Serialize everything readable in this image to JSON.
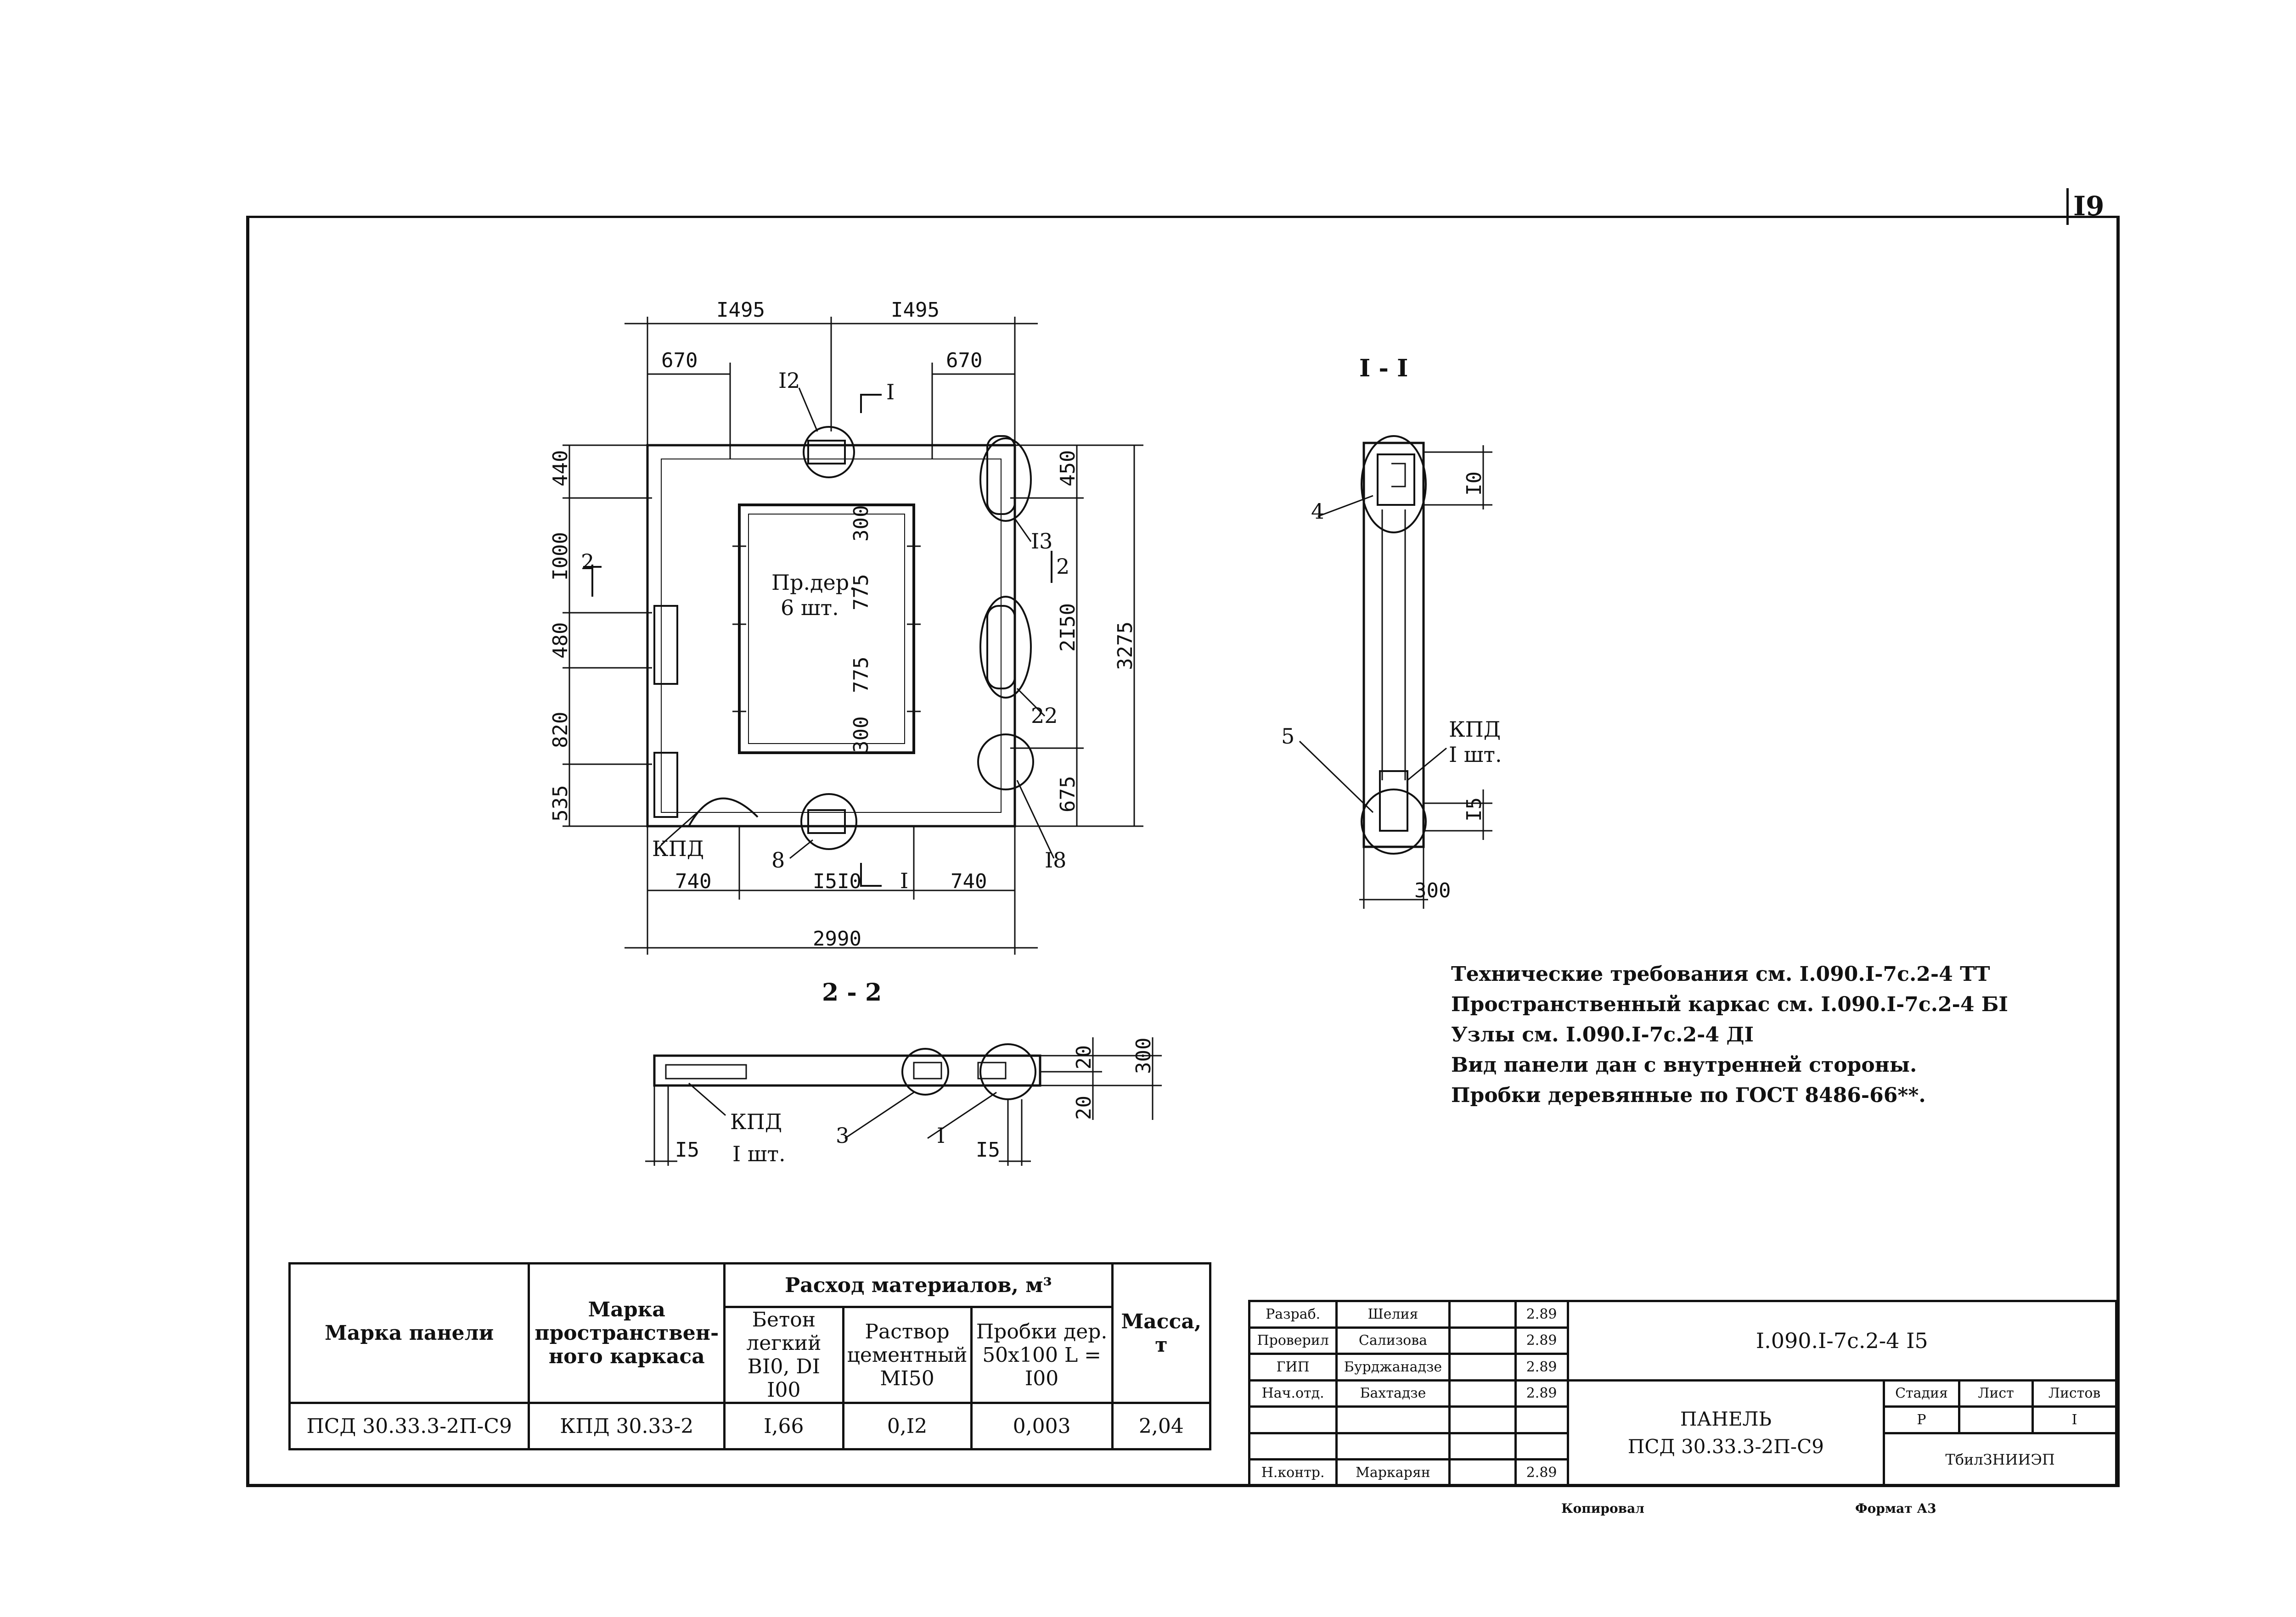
{
  "page_number": "I9",
  "drawing": {
    "top_dims": [
      "I495",
      "I495"
    ],
    "top_sub_dims": [
      "670",
      "670"
    ],
    "left_dims": [
      "440",
      "I000",
      "480",
      "820",
      "535"
    ],
    "right_dims": [
      "450",
      "2I50",
      "675"
    ],
    "overall_height": "3275",
    "inner_dims": [
      "300",
      "775",
      "775",
      "300"
    ],
    "bottom_dims": [
      "740",
      "I5I0",
      "740"
    ],
    "overall_width": "2990",
    "callouts": [
      "I2",
      "I3",
      "22",
      "I8",
      "8",
      "КПД"
    ],
    "section_marks": [
      "I",
      "I",
      "2",
      "2"
    ],
    "plug_note_line1": "Пр.дер.",
    "plug_note_line2": "6 шт."
  },
  "section_1_1": {
    "title": "I - I",
    "dims": [
      "I0",
      "I5",
      "300"
    ],
    "callouts": [
      "4",
      "5"
    ],
    "kpd_line1": "КПД",
    "kpd_line2": "I шт."
  },
  "section_2_2": {
    "title": "2 - 2",
    "dims": [
      "20",
      "300",
      "20",
      "I5",
      "I5"
    ],
    "callouts": [
      "3",
      "I"
    ],
    "kpd_line1": "КПД",
    "kpd_line2": "I шт."
  },
  "notes": [
    "Технические требования см. I.090.I-7c.2-4 ТТ",
    "Пространственный каркас см. I.090.I-7c.2-4 БI",
    "Узлы см. I.090.I-7c.2-4 ДI",
    "Вид панели дан с внутренней стороны.",
    "Пробки деревянные по ГОСТ 8486-66**."
  ],
  "materials_table": {
    "headers": {
      "panel_mark": "Марка панели",
      "frame_mark": "Марка пространствен-ного каркаса",
      "consumption": "Расход материалов, м³",
      "concrete": "Бетон легкий BI0, DI I00",
      "mortar": "Раствор цементный MI50",
      "plugs": "Пробки дер. 50х100 L = I00",
      "mass": "Масса, т"
    },
    "row": {
      "panel_mark": "ПСД 30.33.3-2П-С9",
      "frame_mark": "КПД 30.33-2",
      "concrete": "I,66",
      "mortar": "0,I2",
      "plugs": "0,003",
      "mass": "2,04"
    }
  },
  "title_block": {
    "signers": [
      {
        "role": "Разраб.",
        "name": "Шелия",
        "date": "2.89"
      },
      {
        "role": "Проверил",
        "name": "Сализова",
        "date": "2.89"
      },
      {
        "role": "ГИП",
        "name": "Бурджанадзе",
        "date": "2.89"
      },
      {
        "role": "Нач.отд.",
        "name": "Бахтадзе",
        "date": "2.89"
      },
      {
        "role": "",
        "name": "",
        "date": ""
      },
      {
        "role": "",
        "name": "",
        "date": ""
      },
      {
        "role": "Н.контр.",
        "name": "Маркарян",
        "date": "2.89"
      }
    ],
    "doc_code": "I.090.I-7c.2-4 I5",
    "product_name": "ПАНЕЛЬ",
    "product_mark": "ПСД 30.33.3-2П-С9",
    "stage_label": "Стадия",
    "sheet_label": "Лист",
    "sheets_label": "Листов",
    "stage": "Р",
    "sheet": "",
    "sheets": "I",
    "organization": "ТбилЗНИИЭП"
  },
  "footer": {
    "copied": "Копировал",
    "format": "Формат А3"
  }
}
